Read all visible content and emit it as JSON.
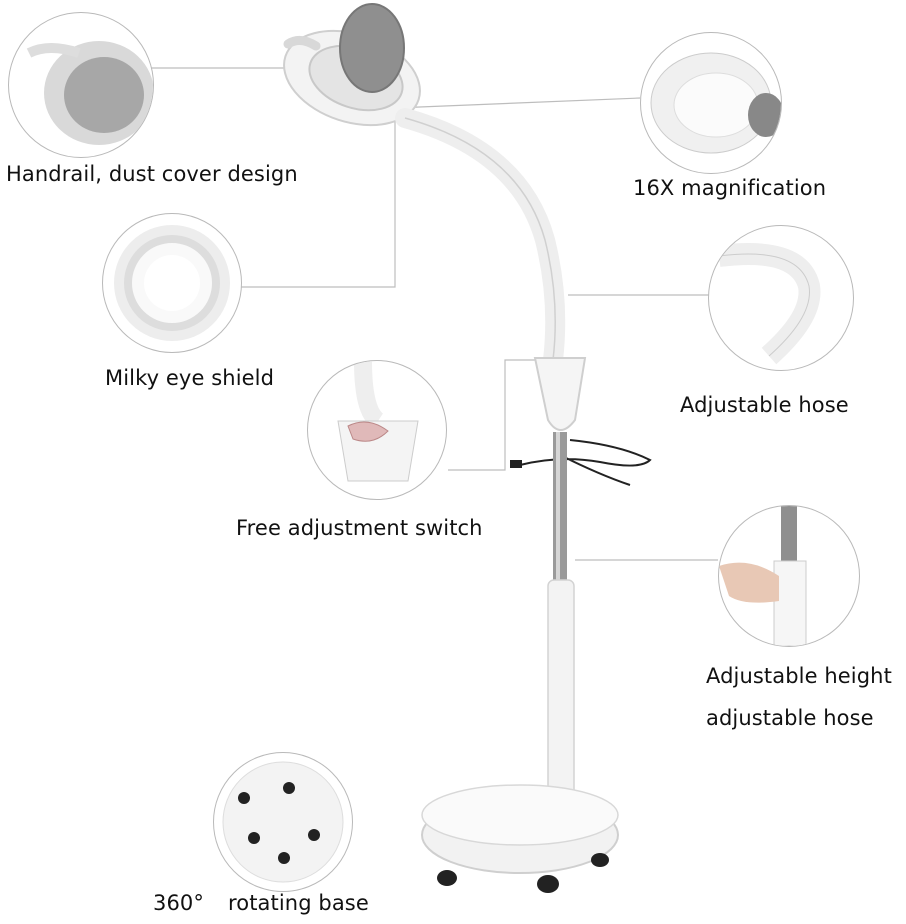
{
  "features": {
    "handrail": "Handrail, dust cover design",
    "magnification": "16X magnification",
    "eye_shield": "Milky eye shield",
    "hose": "Adjustable hose",
    "switch": "Free adjustment switch",
    "height_line1": "Adjustable height",
    "height_line2": "adjustable hose",
    "base_degrees": "360°",
    "base_label": "rotating base"
  }
}
